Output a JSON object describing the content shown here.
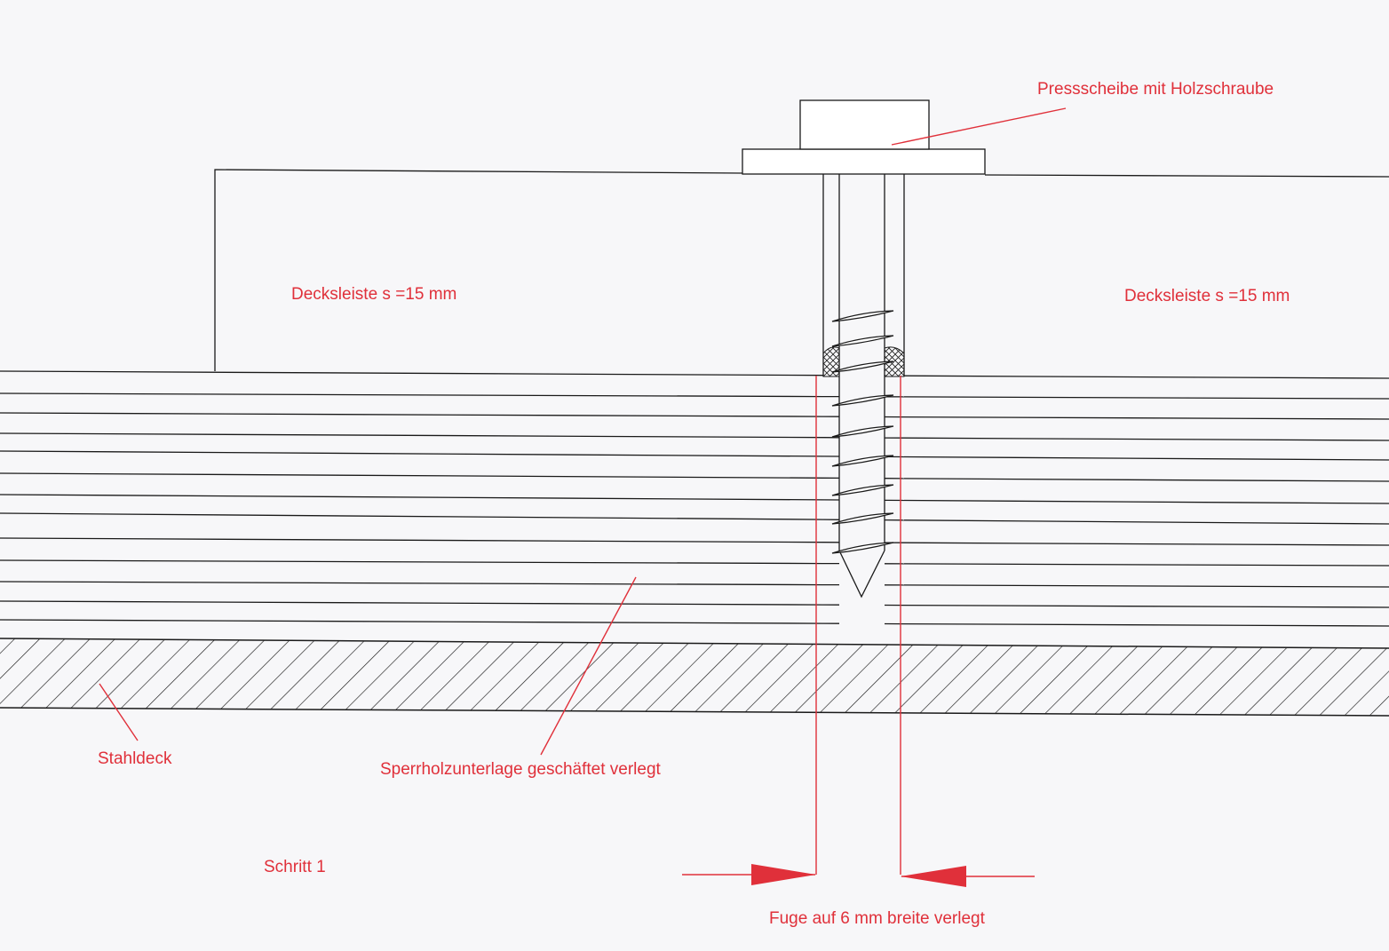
{
  "labels": {
    "pressscheibe": "Pressscheibe mit Holzschraube",
    "deckleiste_left": "Decksleiste s =15 mm",
    "deckleiste_right": "Decksleiste s =15 mm",
    "stahldeck": "Stahldeck",
    "sperrholz": "Sperrholzunterlage geschäftet verlegt",
    "schritt": "Schritt 1",
    "fuge": "Fuge auf 6 mm breite verlegt"
  },
  "colors": {
    "line": "#1a1a1a",
    "annotation": "#e0303a",
    "background": "#f7f7f9"
  }
}
